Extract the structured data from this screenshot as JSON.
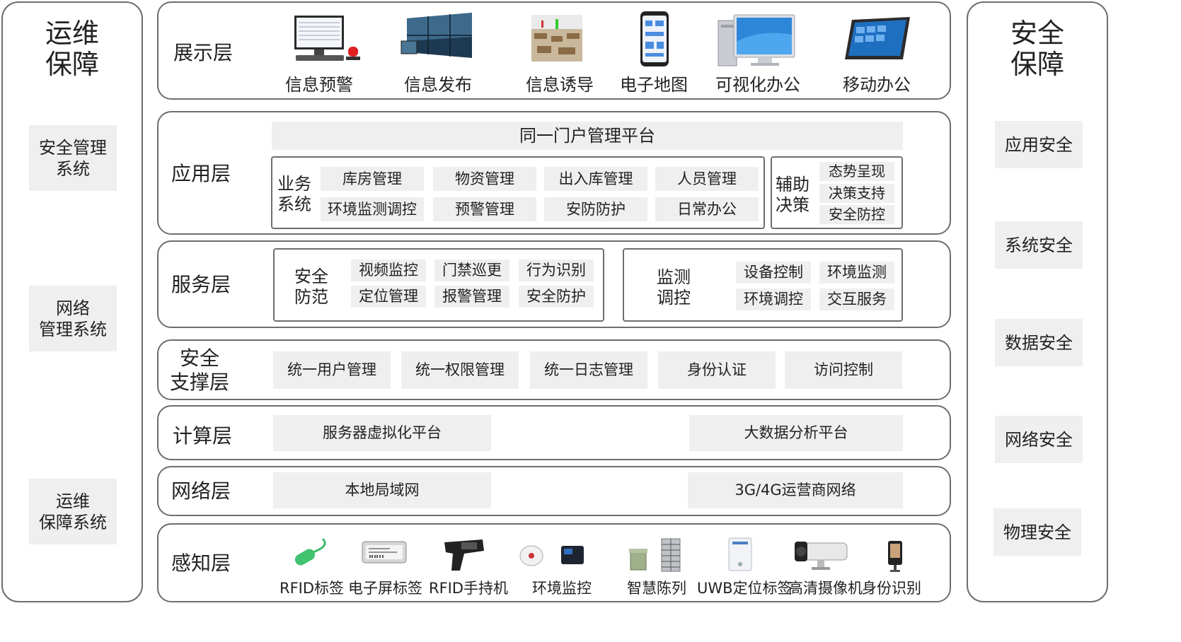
{
  "left": {
    "title_line1": "运维",
    "title_line2": "保障",
    "items": [
      {
        "line1": "安全管理",
        "line2": "系统"
      },
      {
        "line1": "网络",
        "line2": "管理系统"
      },
      {
        "line1": "运维",
        "line2": "保障系统"
      }
    ]
  },
  "right": {
    "title_line1": "安全",
    "title_line2": "保障",
    "items": [
      "应用安全",
      "系统安全",
      "数据安全",
      "网络安全",
      "物理安全"
    ]
  },
  "display": {
    "title": "展示层",
    "items": [
      "信息预警",
      "信息发布",
      "信息诱导",
      "电子地图",
      "可视化办公",
      "移动办公"
    ]
  },
  "app": {
    "title": "应用层",
    "portal": "同一门户管理平台",
    "business": {
      "label_line1": "业务",
      "label_line2": "系统",
      "items": [
        "库房管理",
        "物资管理",
        "出入库管理",
        "人员管理",
        "环境监测调控",
        "预警管理",
        "安防防护",
        "日常办公"
      ]
    },
    "aux": {
      "label_line1": "辅助",
      "label_line2": "决策",
      "items": [
        "态势呈现",
        "决策支持",
        "安全防控"
      ]
    }
  },
  "service": {
    "title": "服务层",
    "security": {
      "label_line1": "安全",
      "label_line2": "防范",
      "items": [
        "视频监控",
        "门禁巡更",
        "行为识别",
        "定位管理",
        "报警管理",
        "安全防护"
      ]
    },
    "monitor": {
      "label_line1": "监测",
      "label_line2": "调控",
      "items": [
        "设备控制",
        "环境监测",
        "环境调控",
        "交互服务"
      ]
    }
  },
  "support": {
    "title_line1": "安全",
    "title_line2": "支撑层",
    "items": [
      "统一用户管理",
      "统一权限管理",
      "统一日志管理",
      "身份认证",
      "访问控制"
    ]
  },
  "compute": {
    "title": "计算层",
    "items": [
      "服务器虚拟化平台",
      "大数据分析平台"
    ]
  },
  "network": {
    "title": "网络层",
    "items": [
      "本地局域网",
      "3G/4G运营商网络"
    ]
  },
  "sense": {
    "title": "感知层",
    "items": [
      "RFID标签",
      "电子屏标签",
      "RFID手持机",
      "环境监控",
      "智慧陈列",
      "UWB定位标签",
      "高清摄像机",
      "身份识别"
    ]
  }
}
